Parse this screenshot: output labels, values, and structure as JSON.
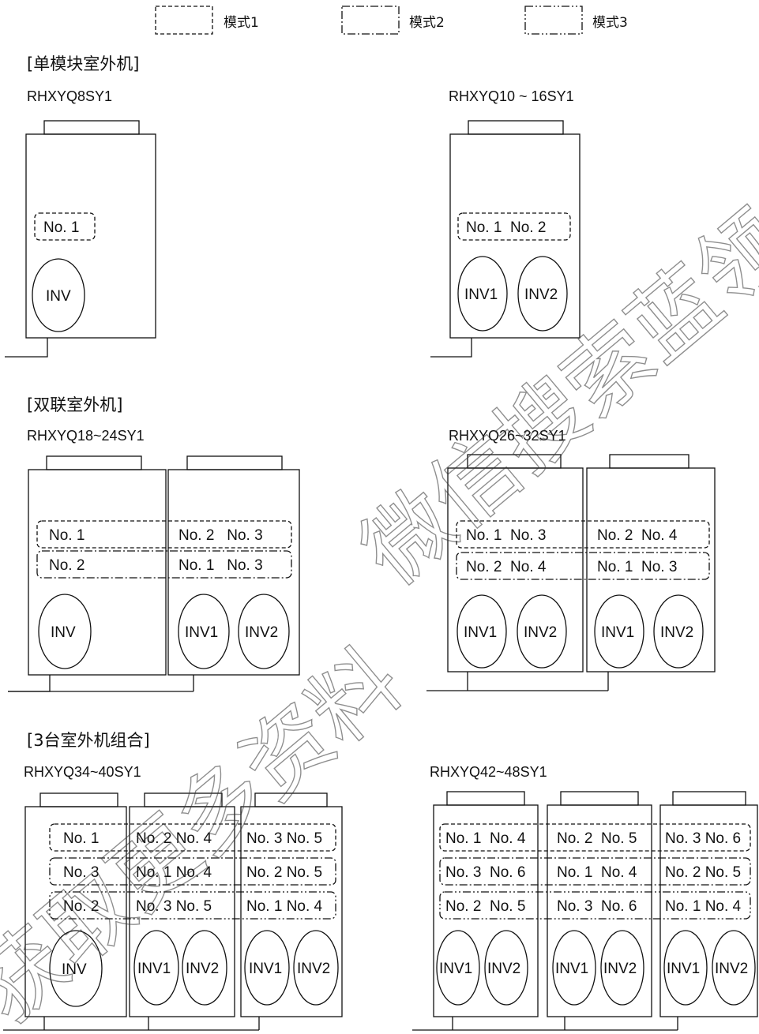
{
  "legend": {
    "mode1": "模式1",
    "mode2": "模式2",
    "mode3": "模式3"
  },
  "sections": {
    "single": "[单模块室外机]",
    "double": "[双联室外机]",
    "triple": "[3台室外机组合]"
  },
  "models": {
    "m8": "RHXYQ8SY1",
    "m10_16": "RHXYQ10 ~ 16SY1",
    "m18_24": "RHXYQ18~24SY1",
    "m26_32": "RHXYQ26~32SY1",
    "m34_40": "RHXYQ34~40SY1",
    "m42_48": "RHXYQ42~48SY1"
  },
  "labels": {
    "no1": "No. 1",
    "no2": "No. 2",
    "no3": "No. 3",
    "no1_no2": "No. 1  No. 2",
    "no2_no3": "No. 2   No. 3",
    "no1_no3": "No. 1   No. 3",
    "no1_no3b": "No. 1  No. 3",
    "no2_no4": "No. 2  No. 4",
    "no2_no4c": "No. 2 No. 4",
    "no1_no4c": "No. 1 No. 4",
    "no3_no5c": "No. 3 No. 5",
    "no2_no5c": "No. 2 No. 5",
    "no1_no4": "No. 1  No. 4",
    "no2_no5": "No. 2  No. 5",
    "no3_no6": "No. 3  No. 6",
    "no1_no4w": "No. 1  No. 4",
    "no3_no6c": "No. 3 No. 6",
    "inv": "INV",
    "inv1": "INV1",
    "inv2": "INV2"
  },
  "watermark": {
    "line1": "微信搜索蓝领",
    "line2": "获取更多资料"
  }
}
